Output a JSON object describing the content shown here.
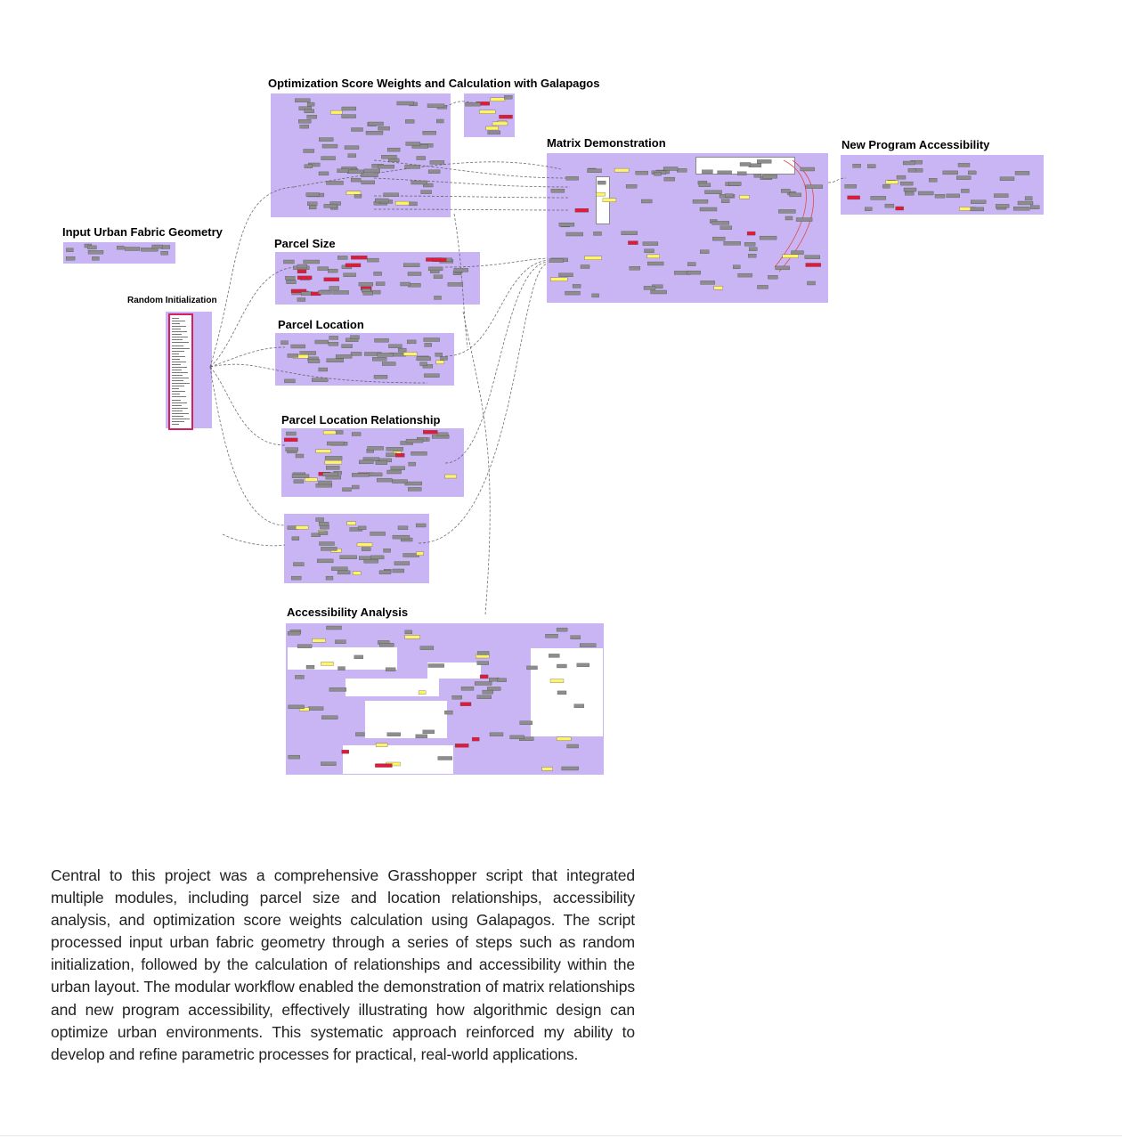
{
  "labels": {
    "optimization": "Optimization Score Weights and Calculation with Galapagos",
    "matrix": "Matrix Demonstration",
    "new_program": "New Program Accessibility",
    "input_urban": "Input Urban Fabric Geometry",
    "random_init": "Random Initialization",
    "parcel_size": "Parcel Size",
    "parcel_location": "Parcel Location",
    "parcel_location_rel": "Parcel Location Relationship",
    "accessibility": "Accessibility Analysis"
  },
  "colors": {
    "group_fill": "#c9b5f4",
    "component": "#8a8a8a",
    "note": "#fff36a",
    "error": "#e01a3a",
    "wire": "#555555"
  },
  "description": "Central to this project was a comprehensive Grasshopper script that integrated multiple modules, including parcel size and location relationships, accessibility analysis, and optimization score weights calculation using Galapagos. The script processed input urban fabric geometry through a series of steps such as random initialization, followed by the calculation of relationships and accessibility within the urban layout. The modular workflow enabled the demonstration of matrix relationships and new program accessibility, effectively illustrating how algorithmic design can optimize urban environments. This systematic approach reinforced my ability to develop and refine parametric processes for practical, real-world applications."
}
